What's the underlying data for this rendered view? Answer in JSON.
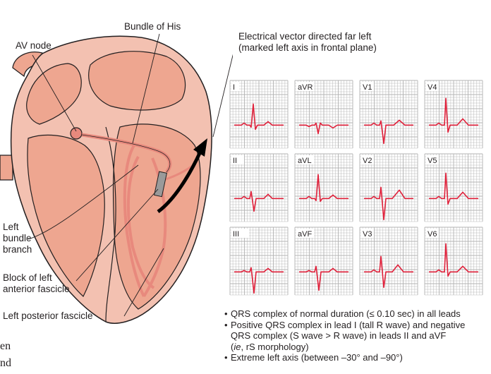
{
  "labels": {
    "bundle_of_his": "Bundle of His",
    "av_node": "AV node",
    "left_bundle_branch": [
      "Left",
      "bundle",
      "branch"
    ],
    "block_left_anterior_fascicle": [
      "Block of left",
      "anterior fascicle"
    ],
    "left_posterior_fascicle": "Left posterior fascicle",
    "electrical_vector": [
      "Electrical vector directed far left",
      "(marked left axis in frontal plane)"
    ]
  },
  "ecg_leads": [
    [
      "I",
      "aVR",
      "V1",
      "V4"
    ],
    [
      "II",
      "aVL",
      "V2",
      "V5"
    ],
    [
      "III",
      "aVF",
      "V3",
      "V6"
    ]
  ],
  "bullets": [
    {
      "text": "QRS complex of normal duration (≤ 0.10 sec) in all leads"
    },
    {
      "text": "Positive QRS complex in lead I (tall R wave) and negative"
    },
    {
      "text": "QRS complex (S wave > R wave) in leads II and aVF",
      "indent": true
    },
    {
      "text": "(ie, rS morphology)",
      "indent": true,
      "italic_prefix": "ie"
    },
    {
      "text": "Extreme left axis (between –30° and –90°)"
    }
  ],
  "cut_text": [
    "en",
    "nd"
  ],
  "colors": {
    "heart_outer": "#f3c1b1",
    "heart_inner": "#eea690",
    "heart_outline": "#231f20",
    "conduction": "#e8897d",
    "ecg_grid": "#b3b3b3",
    "ecg_trace": "#e0203a",
    "block": "#9a9a9a",
    "arrow": "#000000"
  },
  "icons": [
    "av-node-circle",
    "block-rectangle",
    "vector-arrow"
  ]
}
